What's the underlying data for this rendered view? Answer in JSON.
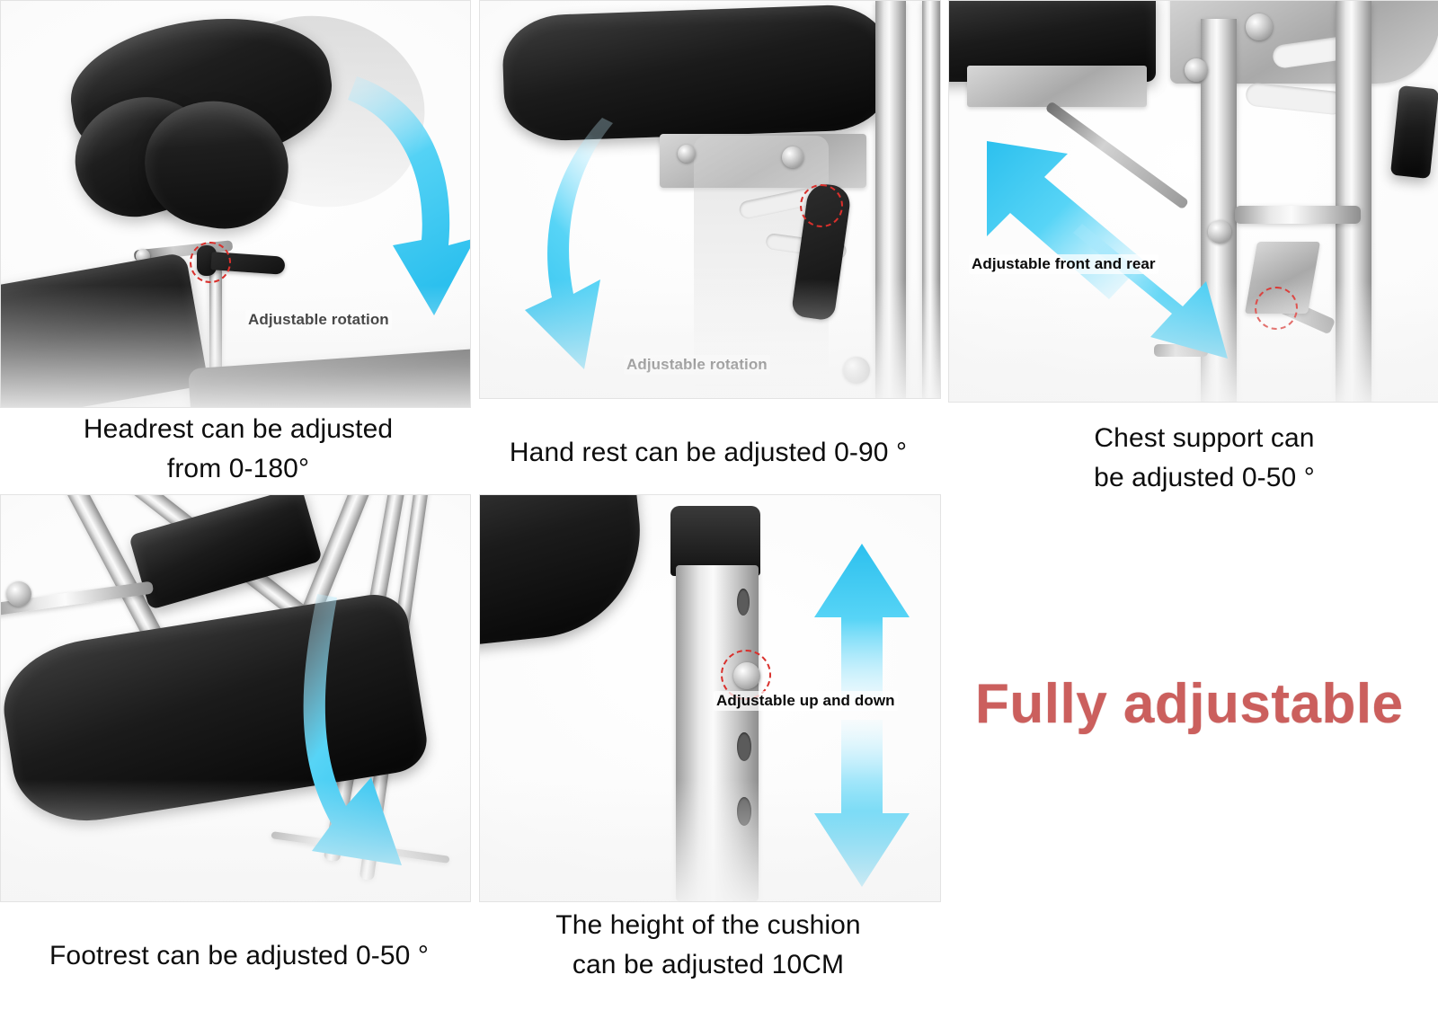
{
  "headline": {
    "text": "Fully adjustable",
    "color": "#cb5f5d"
  },
  "accent": {
    "arrow": "#3ec8f0",
    "hotspot": "#d9302c"
  },
  "panels": [
    {
      "id": "headrest",
      "photo_label": "Adjustable rotation",
      "caption_line1": "Headrest can be adjusted",
      "caption_line2": "from 0-180°",
      "arrow": "curved-down-right",
      "hotspot": "locking-knob"
    },
    {
      "id": "hand-rest",
      "photo_label": "Adjustable rotation",
      "caption_line1": "Hand rest can be adjusted 0-90 °",
      "caption_line2": "",
      "arrow": "curved-down-left",
      "hotspot": "release-lever"
    },
    {
      "id": "chest-support",
      "photo_label": "Adjustable front and rear",
      "caption_line1": "Chest support can",
      "caption_line2": "be adjusted 0-50 °",
      "arrow": "double-diagonal",
      "hotspot": "locking-pin"
    },
    {
      "id": "footrest",
      "photo_label": "",
      "caption_line1": "Footrest can be adjusted 0-50 °",
      "caption_line2": "",
      "arrow": "curved-down-right",
      "hotspot": ""
    },
    {
      "id": "cushion-height",
      "photo_label": "Adjustable up and down",
      "caption_line1": "The height of the cushion",
      "caption_line2": "can be adjusted 10CM",
      "arrow": "up-and-down",
      "hotspot": "height-pin"
    }
  ]
}
